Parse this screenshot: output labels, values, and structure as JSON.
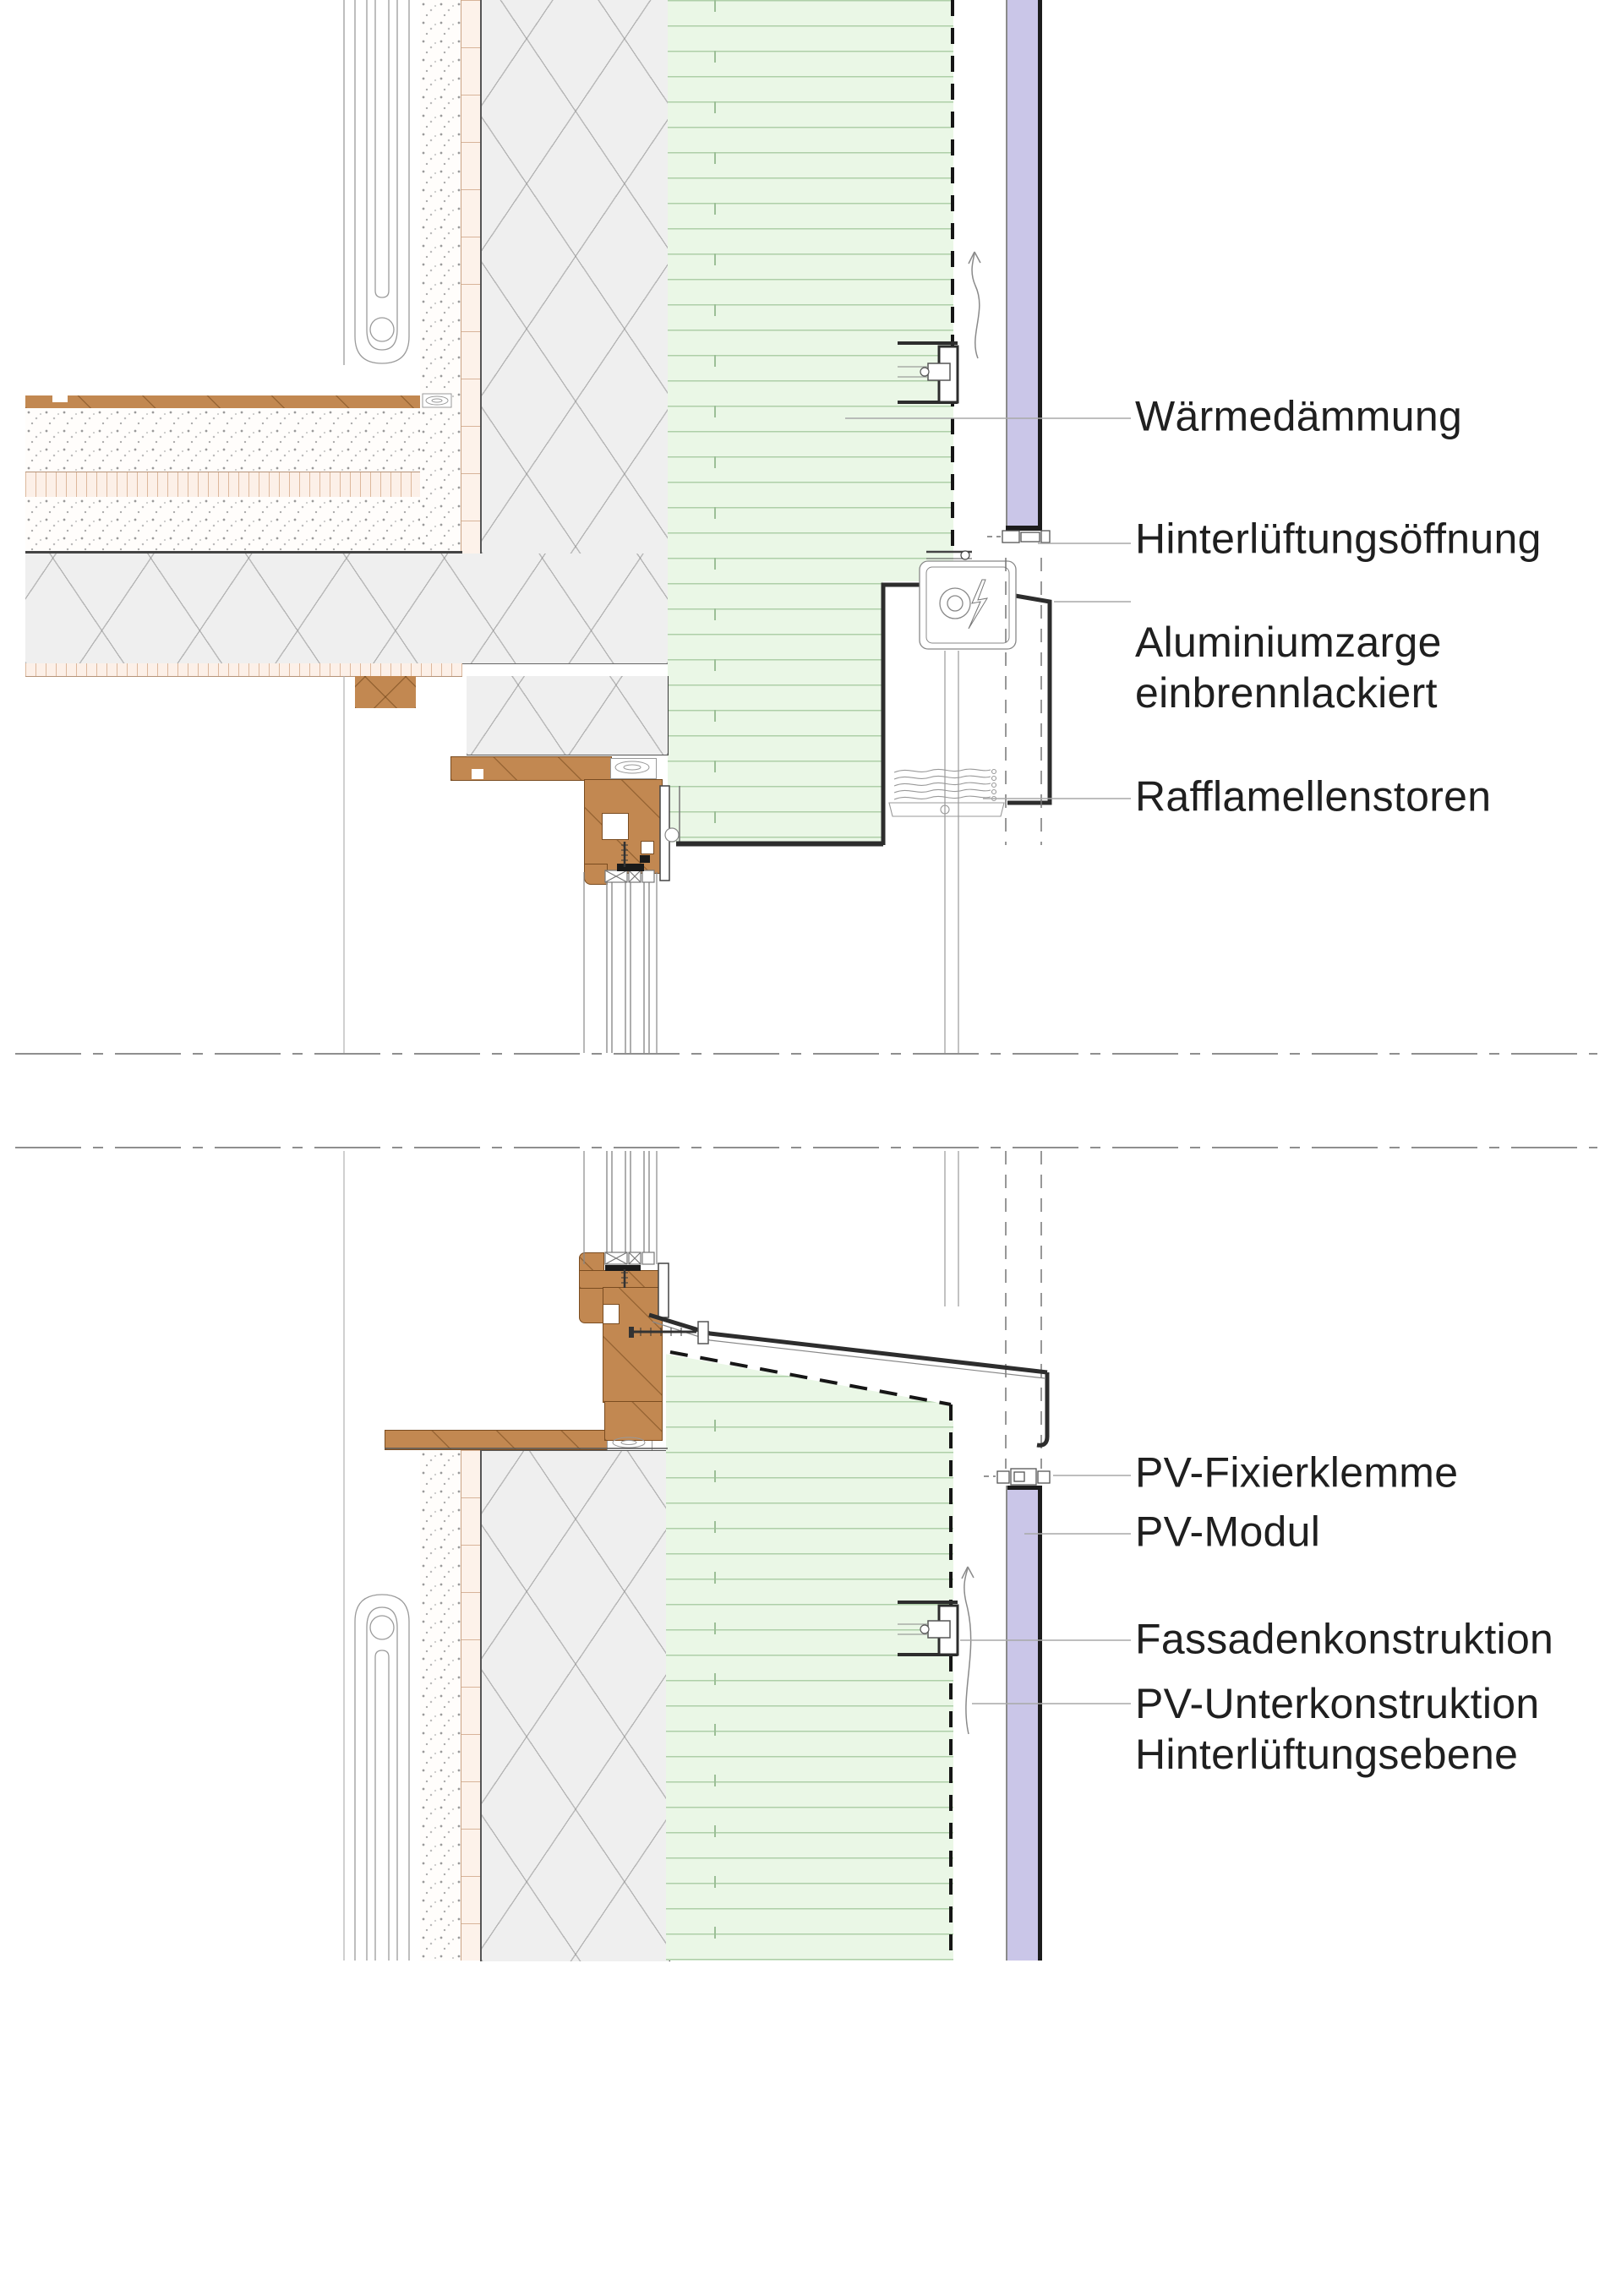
{
  "document_type": "facade section construction detail drawing",
  "labels": {
    "waermedaemmung": "Wärmedämmung",
    "hinterlueftungsoeffnung": "Hinterlüftungsöffnung",
    "aluminiumzarge_line1": "Aluminiumzarge",
    "aluminiumzarge_line2": "einbrennlackiert",
    "rafflamellenstoren": "Rafflamellenstoren",
    "pv_fixierklemme": "PV-Fixierklemme",
    "pv_modul": "PV-Modul",
    "fassadenkonstruktion": "Fassadenkonstruktion",
    "pv_unterkonstruktion_line1": "PV-Unterkonstruktion",
    "pv_unterkonstruktion_line2": "Hinterlüftungsebene"
  },
  "colors": {
    "insulation_green_fill": "#eaf7e6",
    "insulation_green_line": "#aecfa8",
    "pv_module_purple": "#cac6e8",
    "wood_brown": "#c28851",
    "masonry_gray": "#efefef",
    "brick_pink": "#fdf2ea",
    "outline_dark": "#2d2d2d",
    "label_text": "#1f1f1f",
    "leader_line_gray": "#a8a8a8"
  },
  "icons": {
    "airflow_arrow": "curved ventilation airflow arrow",
    "lightning_icon": "electric motor symbol in blind box",
    "wood_grain_symbol": "end-grain ellipse wood symbol",
    "section_break_line": "dash-dot section interruption line"
  }
}
